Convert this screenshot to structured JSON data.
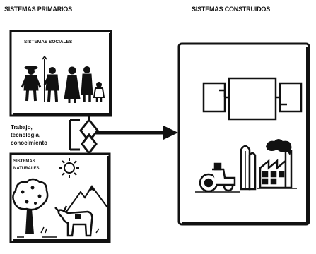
{
  "headers": {
    "primary": "SISTEMAS PRIMARIOS",
    "built": "SISTEMAS CONSTRUIDOS"
  },
  "boxes": {
    "social": "SISTEMAS SOCIALES",
    "natural_line1": "SISTEMAS",
    "natural_line2": "NATURALES"
  },
  "links": {
    "line1": "Trabajo,",
    "line2": "tecnología,",
    "line3": "conocimiento"
  }
}
